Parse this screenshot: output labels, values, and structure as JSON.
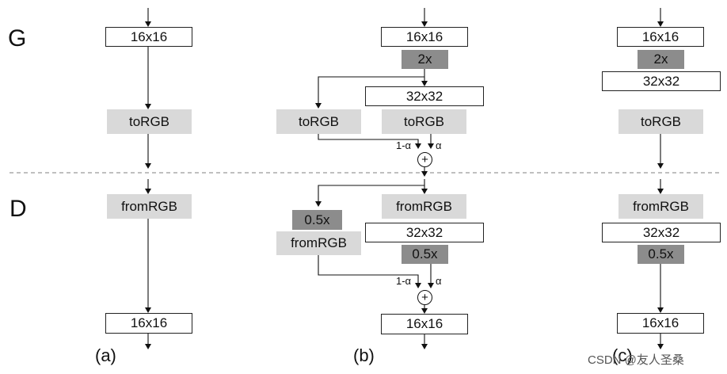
{
  "rows": {
    "generator": "G",
    "discriminator": "D"
  },
  "columns": {
    "a": "(a)",
    "b": "(b)",
    "c": "(c)"
  },
  "blocks": {
    "res16": "16x16",
    "res32": "32x32",
    "to_rgb": "toRGB",
    "from_rgb": "fromRGB",
    "upsample": "2x",
    "downsample": "0.5x",
    "plus": "+",
    "one_minus_alpha": "1-α",
    "alpha": "α"
  },
  "watermark": "CSDN @友人圣桑"
}
